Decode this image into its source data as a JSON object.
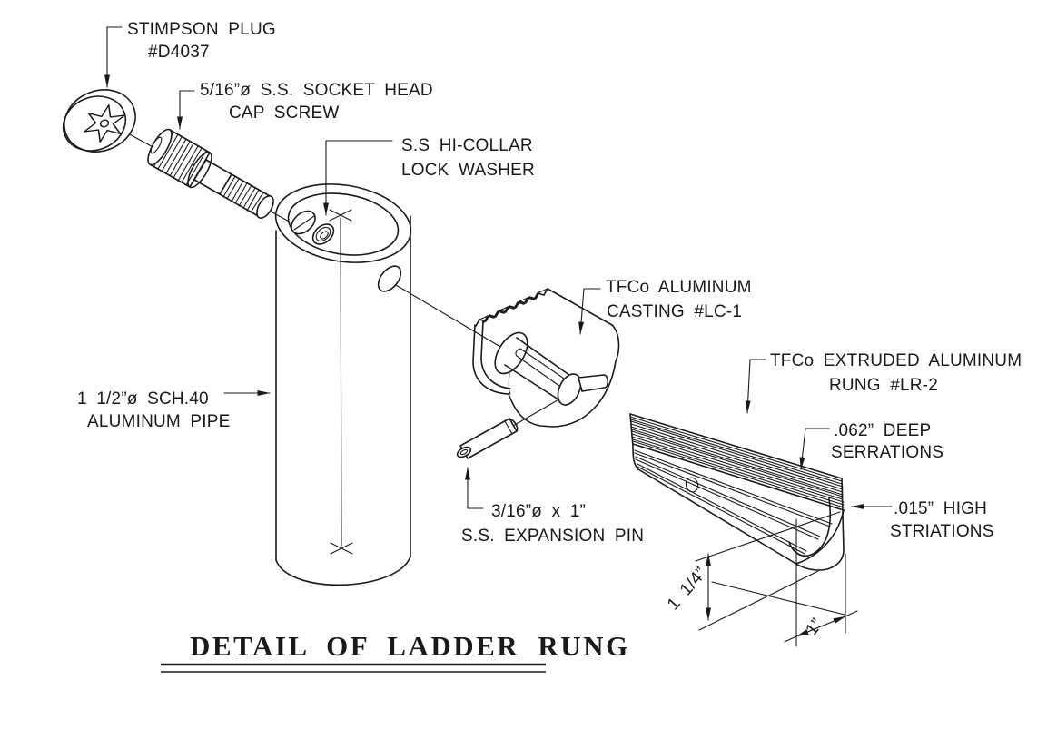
{
  "drawing": {
    "title": "DETAIL OF LADDER RUNG",
    "labels": {
      "stimpson_plug": {
        "line1": "STIMPSON PLUG",
        "line2": "#D4037"
      },
      "cap_screw": {
        "line1": "5/16”ø S.S. SOCKET HEAD",
        "line2": "CAP SCREW"
      },
      "lock_washer": {
        "line1": "S.S HI-COLLAR",
        "line2": "LOCK WASHER"
      },
      "aluminum_pipe": {
        "line1": "1 1/2”ø SCH.40",
        "line2": "ALUMINUM PIPE"
      },
      "casting": {
        "line1": "TFCo ALUMINUM",
        "line2": "CASTING #LC-1"
      },
      "expansion_pin": {
        "line1": "3/16”ø x 1”",
        "line2": "S.S. EXPANSION PIN"
      },
      "rung": {
        "line1": "TFCo EXTRUDED ALUMINUM",
        "line2": "RUNG #LR-2"
      },
      "serrations": {
        "line1": ".062” DEEP",
        "line2": "SERRATIONS"
      },
      "striations": {
        "line1": ".015” HIGH",
        "line2": "STRIATIONS"
      }
    },
    "dimensions": {
      "rung_height": "1 1/4”",
      "rung_width": "1”"
    },
    "colors": {
      "line": "#1a1a1a",
      "background": "#ffffff"
    }
  }
}
